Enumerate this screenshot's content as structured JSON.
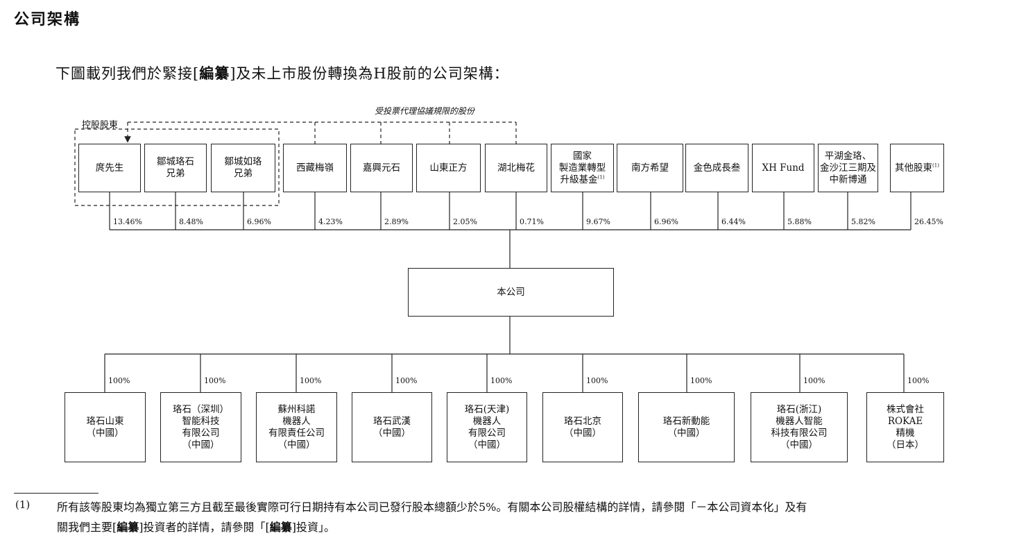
{
  "title": "公司架構",
  "intro": {
    "before": "下圖載列我們於緊接[",
    "redacted": "編纂",
    "after": "]及未上市股份轉換為H股前的公司架構："
  },
  "labels": {
    "controlling": "控股股東",
    "proxy": "受投票代理協議規限的股份"
  },
  "shareholders": [
    {
      "name": "庹先生",
      "pct": "13.46%"
    },
    {
      "name": "鄒城珞石\n兄弟",
      "pct": "8.48%"
    },
    {
      "name": "鄒城如珞\n兄弟",
      "pct": "6.96%"
    },
    {
      "name": "西藏梅嶺",
      "pct": "4.23%"
    },
    {
      "name": "嘉興元石",
      "pct": "2.89%"
    },
    {
      "name": "山東正方",
      "pct": "2.05%"
    },
    {
      "name": "湖北梅花",
      "pct": "0.71%"
    },
    {
      "name": "國家\n製造業轉型\n升級基金",
      "note": "(1)",
      "pct": "9.67%"
    },
    {
      "name": "南方希望",
      "pct": "6.96%"
    },
    {
      "name": "金色成長叁",
      "pct": "6.44%"
    },
    {
      "name": "XH Fund",
      "pct": "5.88%"
    },
    {
      "name": "平湖金珞、\n金沙江三期及\n中新博通",
      "pct": "5.82%"
    },
    {
      "name": "其他股東",
      "note": "(1)",
      "pct": "26.45%"
    }
  ],
  "company": "本公司",
  "subsidiaries": [
    {
      "name": "珞石山東\n（中國）",
      "pct": "100%"
    },
    {
      "name": "珞石（深圳）\n智能科技\n有限公司\n（中國）",
      "pct": "100%"
    },
    {
      "name": "蘇州科諾\n機器人\n有限責任公司\n（中國）",
      "pct": "100%"
    },
    {
      "name": "珞石武漢\n（中國）",
      "pct": "100%"
    },
    {
      "name": "珞石(天津)\n機器人\n有限公司\n（中國）",
      "pct": "100%"
    },
    {
      "name": "珞石北京\n（中國）",
      "pct": "100%"
    },
    {
      "name": "珞石新動能\n（中國）",
      "pct": "100%"
    },
    {
      "name": "珞石(浙江)\n機器人智能\n科技有限公司\n（中國）",
      "pct": "100%"
    },
    {
      "name": "株式會社\nROKAE\n精機\n（日本）",
      "pct": "100%"
    }
  ],
  "footnote": {
    "num": "(1)",
    "line1": "所有該等股東均為獨立第三方且截至最後實際可行日期持有本公司已發行股本總額少於5%。有關本公司股權結構的詳情，請參閱「－本公司資本化」及有",
    "line2_before": "關我們主要[",
    "redacted": "編纂",
    "line2_after": "]投資者的詳情，請參閱「[",
    "redacted2": "編纂",
    "line2_end": "]投資」。"
  }
}
